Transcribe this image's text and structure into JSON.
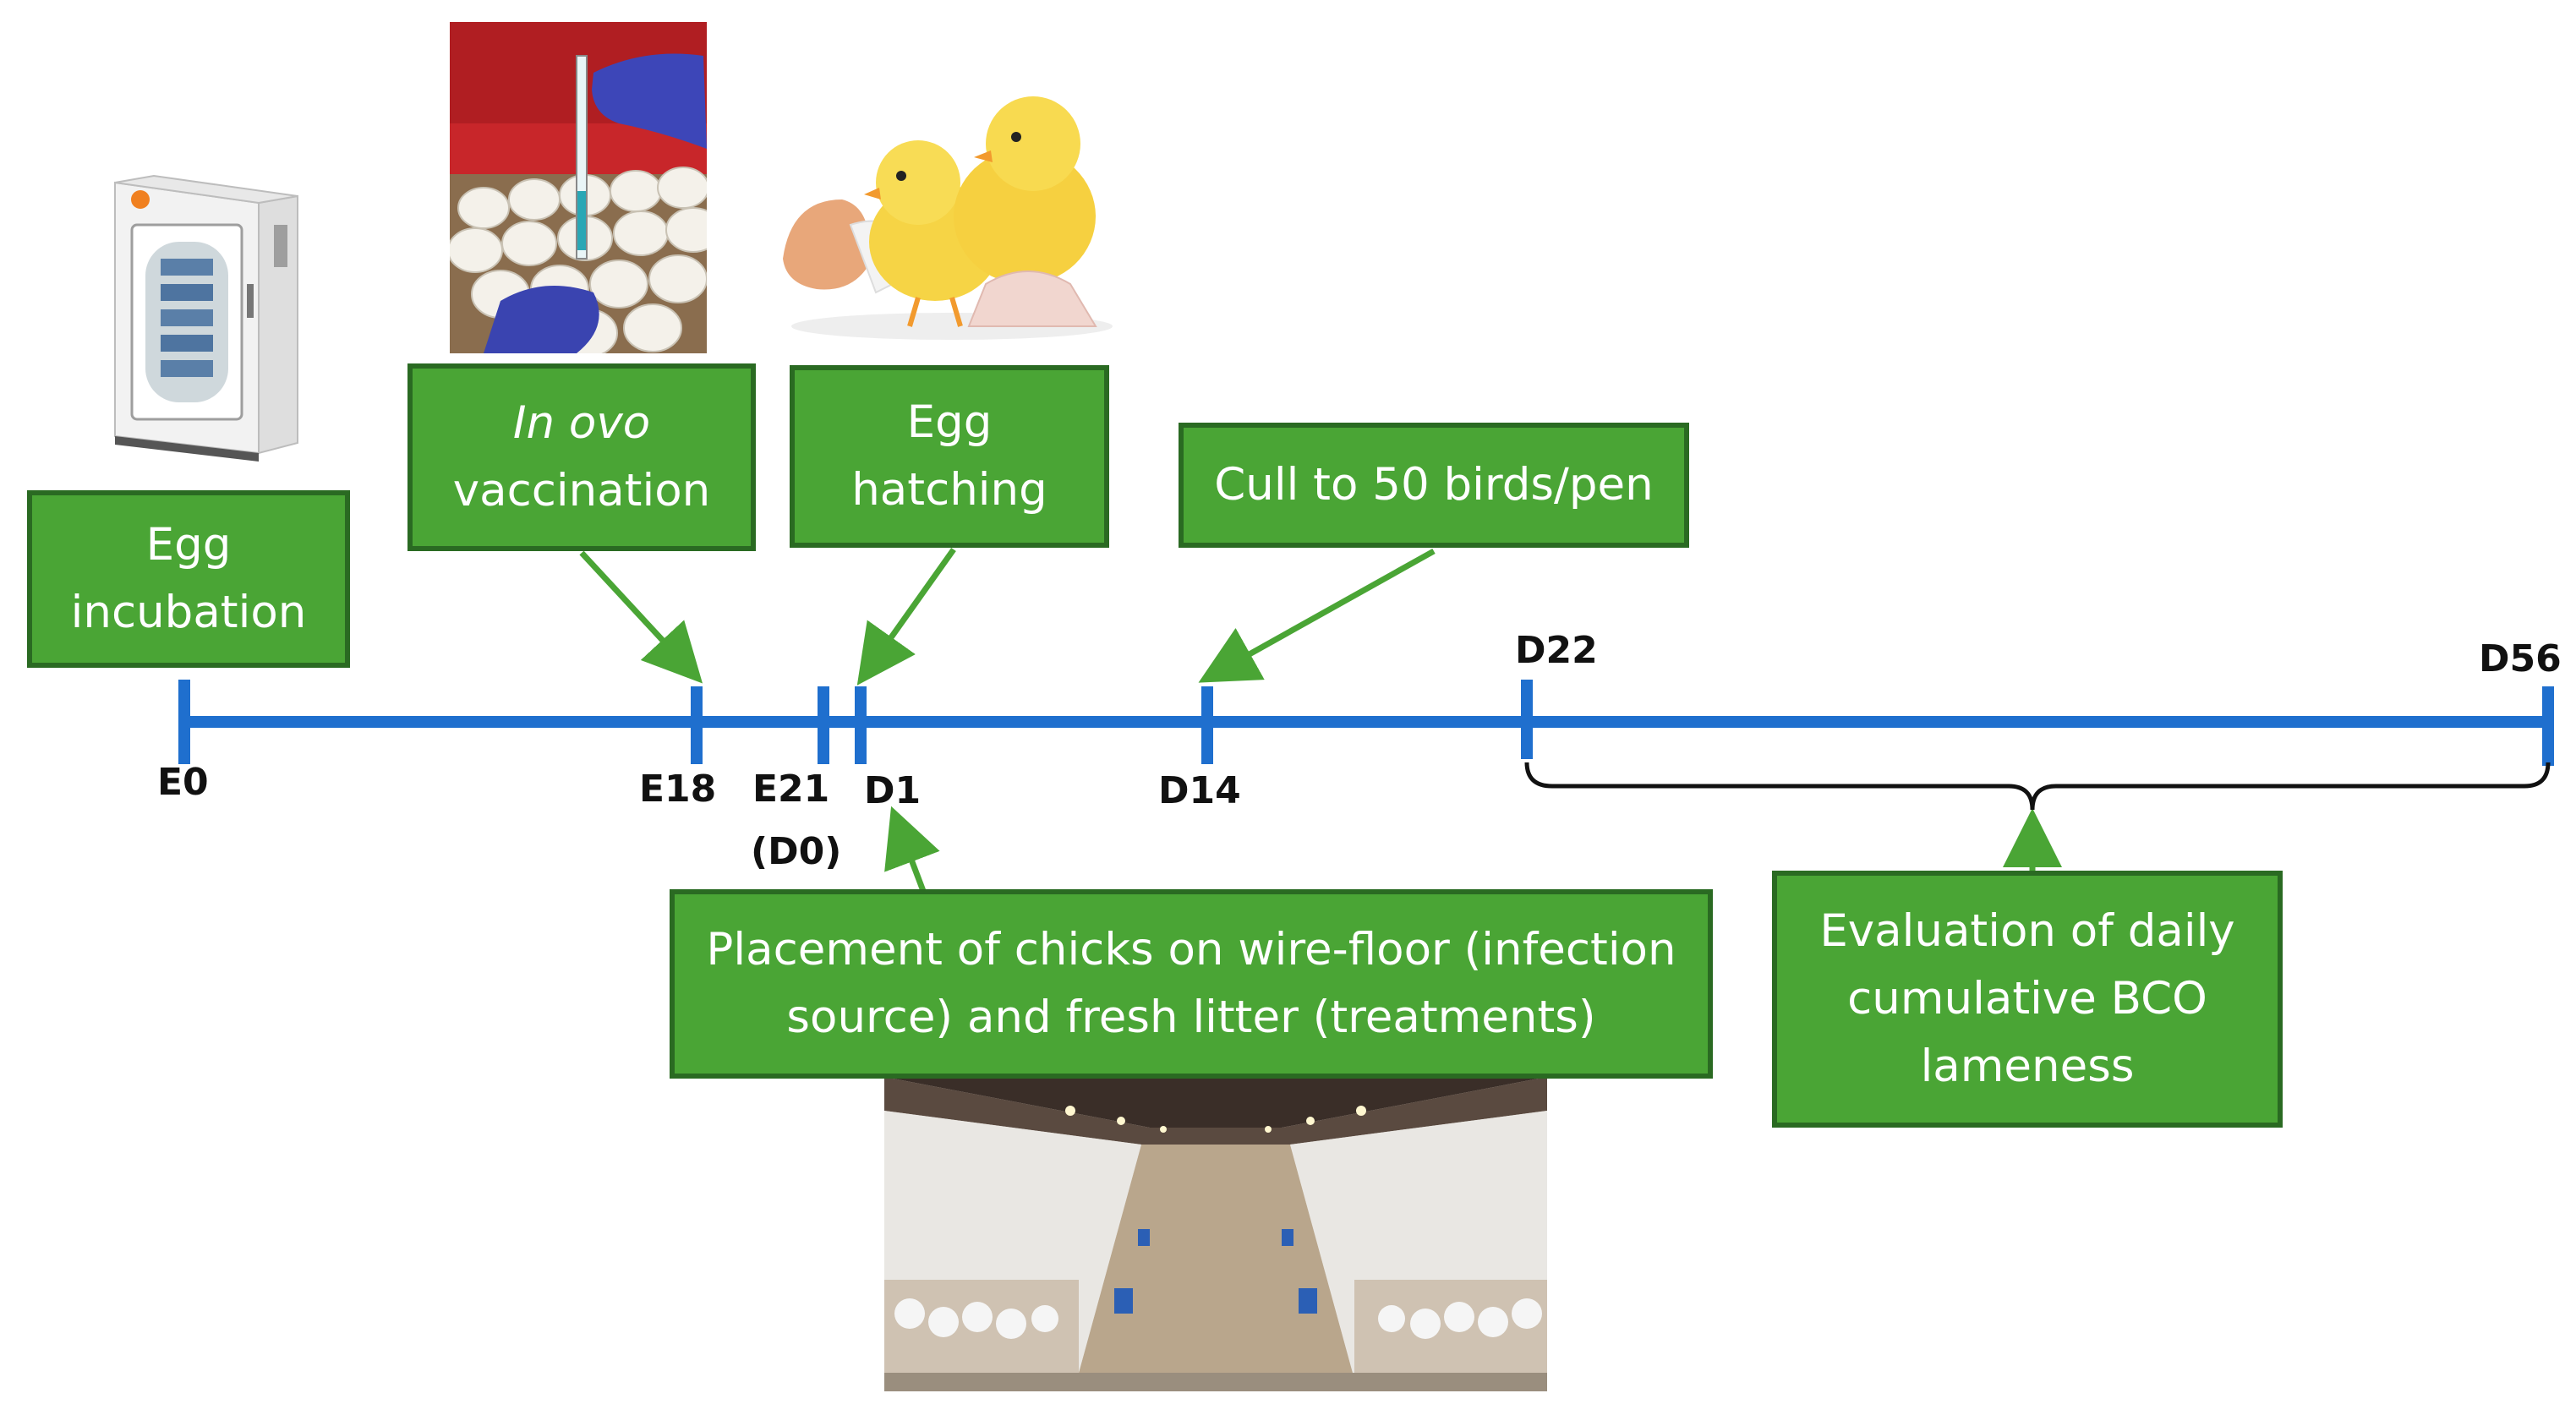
{
  "colors": {
    "timeline": "#1f6fce",
    "box_fill": "#4aa535",
    "box_border": "#2a6a22",
    "arrow": "#4aa535",
    "brace": "#111111"
  },
  "boxes": {
    "incubation": {
      "line1": "Egg",
      "line2": "incubation"
    },
    "vaccination": {
      "line1": "In ovo",
      "line2": "vaccination"
    },
    "hatching": {
      "line1": "Egg",
      "line2": "hatching"
    },
    "cull": {
      "line1": "Cull to 50 birds/pen"
    },
    "placement": {
      "line1": "Placement of chicks on wire-floor (infection",
      "line2": "source) and fresh litter (treatments)"
    },
    "evaluation": {
      "line1": "Evaluation of daily",
      "line2": "cumulative BCO",
      "line3": "lameness"
    }
  },
  "timeline_labels": {
    "e0": "E0",
    "e18": "E18",
    "e21": "E21",
    "d0": "(D0)",
    "d1": "D1",
    "d14": "D14",
    "d22": "D22",
    "d56": "D56"
  },
  "images": {
    "incubator": "incubator-photo",
    "injection": "in-ovo-injection-photo",
    "chicks": "hatched-chicks-photo",
    "barn": "poultry-barn-photo"
  }
}
